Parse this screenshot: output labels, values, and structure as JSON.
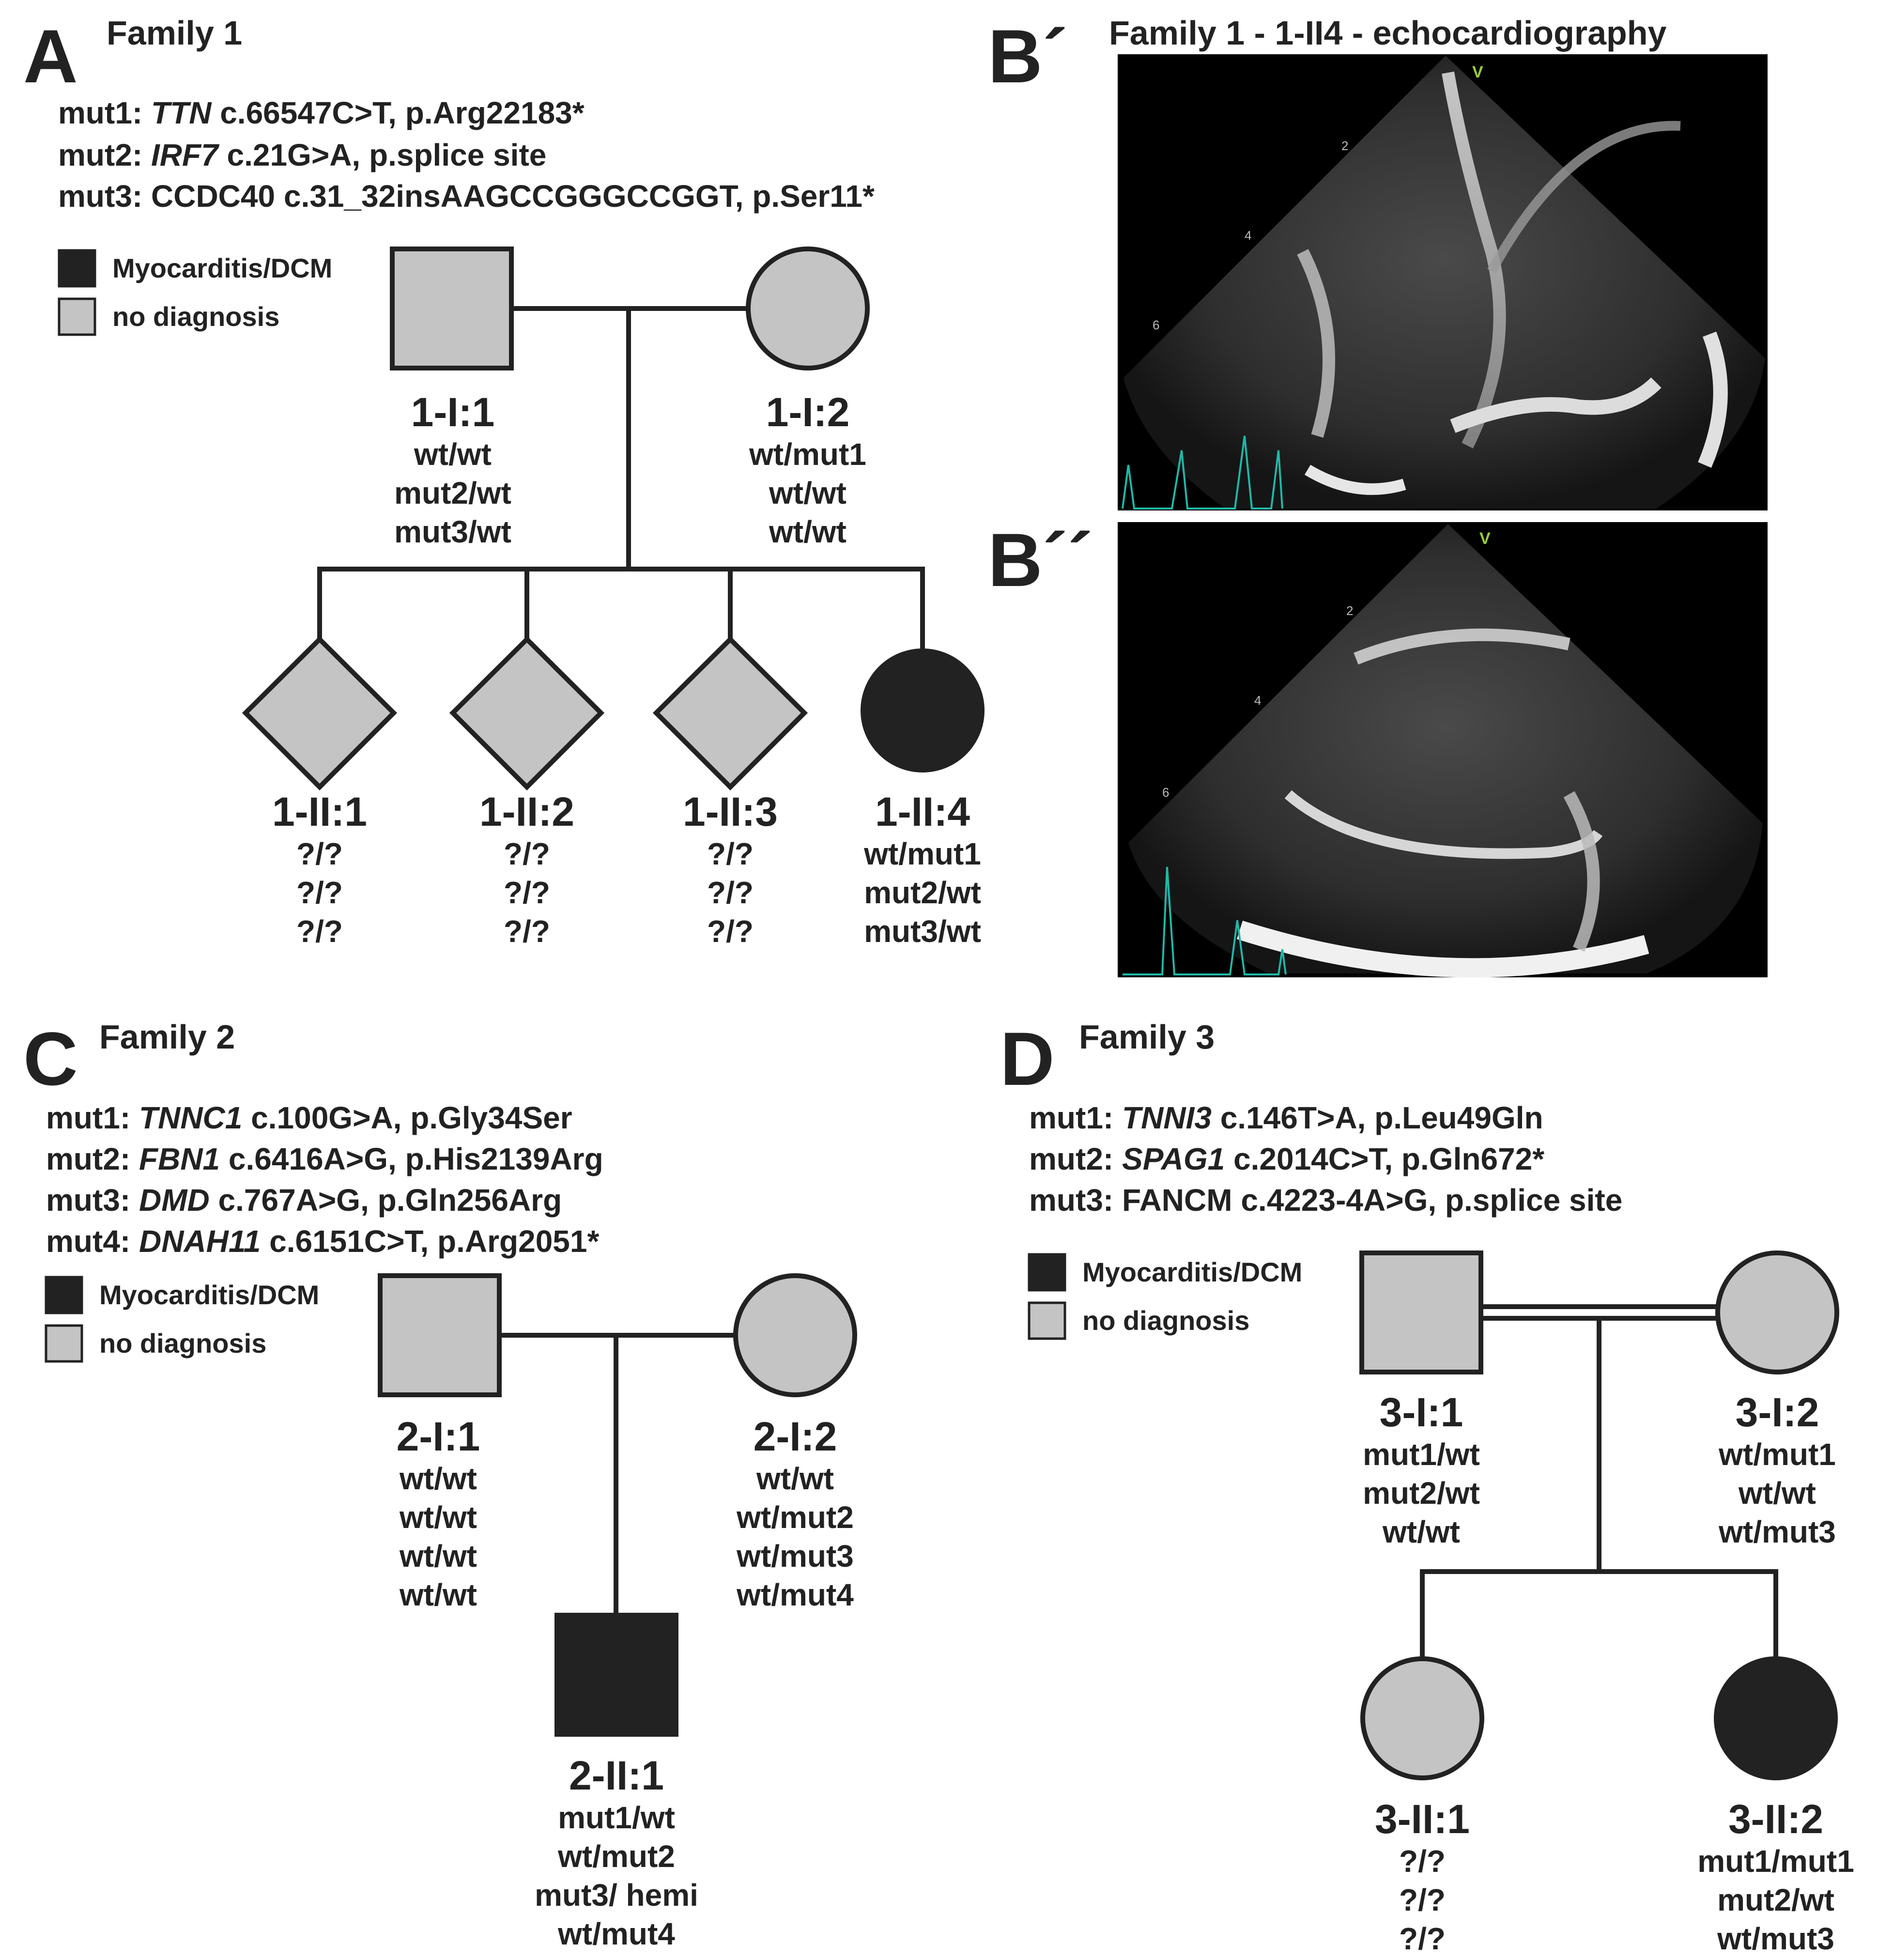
{
  "colors": {
    "affected": "#222222",
    "unaffected": "#c4c4c4",
    "line": "#222222",
    "ecg": "#1fb8a8",
    "echo_bg": "#000000"
  },
  "panelA": {
    "letter": "A",
    "title": "Family 1",
    "mutations": [
      {
        "label": "mut1:",
        "gene": "TTN",
        "gene_italic": true,
        "desc": " c.66547C>T, p.Arg22183*"
      },
      {
        "label": "mut2:",
        "gene": "IRF7",
        "gene_italic": true,
        "desc": " c.21G>A, p.splice site"
      },
      {
        "label": "mut3:",
        "gene": "CCDC40",
        "gene_italic": false,
        "desc": " c.31_32insAAGCCGGGCCGGT, p.Ser11*"
      }
    ],
    "legend": {
      "affected": "Myocarditis/DCM",
      "unaffected": "no diagnosis"
    },
    "individuals": [
      {
        "id": "1-I:1",
        "shape": "square",
        "affected": false,
        "genotypes": [
          "wt/wt",
          "mut2/wt",
          "mut3/wt"
        ]
      },
      {
        "id": "1-I:2",
        "shape": "circle",
        "affected": false,
        "genotypes": [
          "wt/mut1",
          "wt/wt",
          "wt/wt"
        ]
      },
      {
        "id": "1-II:1",
        "shape": "diamond",
        "affected": false,
        "genotypes": [
          "?/?",
          "?/?",
          "?/?"
        ]
      },
      {
        "id": "1-II:2",
        "shape": "diamond",
        "affected": false,
        "genotypes": [
          "?/?",
          "?/?",
          "?/?"
        ]
      },
      {
        "id": "1-II:3",
        "shape": "diamond",
        "affected": false,
        "genotypes": [
          "?/?",
          "?/?",
          "?/?"
        ]
      },
      {
        "id": "1-II:4",
        "shape": "circle",
        "affected": true,
        "genotypes": [
          "wt/mut1",
          "mut2/wt",
          "mut3/wt"
        ]
      }
    ]
  },
  "panelB": {
    "letter1": "B´",
    "letter2": "B´´",
    "title": "Family 1 - 1-II4 - echocardiography",
    "echo_marker": "V",
    "depth_ticks": [
      "2",
      "4",
      "6"
    ]
  },
  "panelC": {
    "letter": "C",
    "title": "Family 2",
    "mutations": [
      {
        "label": "mut1:",
        "gene": "TNNC1",
        "gene_italic": true,
        "desc": " c.100G>A, p.Gly34Ser"
      },
      {
        "label": "mut2:",
        "gene": "FBN1",
        "gene_italic": true,
        "desc": " c.6416A>G, p.His2139Arg"
      },
      {
        "label": "mut3:",
        "gene": "DMD",
        "gene_italic": true,
        "desc": " c.767A>G, p.Gln256Arg"
      },
      {
        "label": "mut4:",
        "gene": "DNAH11",
        "gene_italic": true,
        "desc": " c.6151C>T, p.Arg2051*"
      }
    ],
    "legend": {
      "affected": "Myocarditis/DCM",
      "unaffected": "no diagnosis"
    },
    "individuals": [
      {
        "id": "2-I:1",
        "shape": "square",
        "affected": false,
        "genotypes": [
          "wt/wt",
          "wt/wt",
          "wt/wt",
          "wt/wt"
        ]
      },
      {
        "id": "2-I:2",
        "shape": "circle",
        "affected": false,
        "genotypes": [
          "wt/wt",
          "wt/mut2",
          "wt/mut3",
          "wt/mut4"
        ]
      },
      {
        "id": "2-II:1",
        "shape": "square",
        "affected": true,
        "genotypes": [
          "mut1/wt",
          "wt/mut2",
          "mut3/ hemi",
          "wt/mut4"
        ]
      }
    ]
  },
  "panelD": {
    "letter": "D",
    "title": "Family 3",
    "mutations": [
      {
        "label": "mut1:",
        "gene": "TNNI3",
        "gene_italic": true,
        "desc": " c.146T>A, p.Leu49Gln"
      },
      {
        "label": "mut2:",
        "gene": "SPAG1",
        "gene_italic": true,
        "desc": " c.2014C>T, p.Gln672*"
      },
      {
        "label": "mut3:",
        "gene": "FANCM",
        "gene_italic": false,
        "desc": " c.4223-4A>G, p.splice site"
      }
    ],
    "legend": {
      "affected": "Myocarditis/DCM",
      "unaffected": "no diagnosis"
    },
    "individuals": [
      {
        "id": "3-I:1",
        "shape": "square",
        "affected": false,
        "genotypes": [
          "mut1/wt",
          "mut2/wt",
          "wt/wt"
        ]
      },
      {
        "id": "3-I:2",
        "shape": "circle",
        "affected": false,
        "genotypes": [
          "wt/mut1",
          "wt/wt",
          "wt/mut3"
        ]
      },
      {
        "id": "3-II:1",
        "shape": "circle",
        "affected": false,
        "genotypes": [
          "?/?",
          "?/?",
          "?/?"
        ]
      },
      {
        "id": "3-II:2",
        "shape": "circle",
        "affected": true,
        "genotypes": [
          "mut1/mut1",
          "mut2/wt",
          "wt/mut3"
        ]
      }
    ]
  }
}
